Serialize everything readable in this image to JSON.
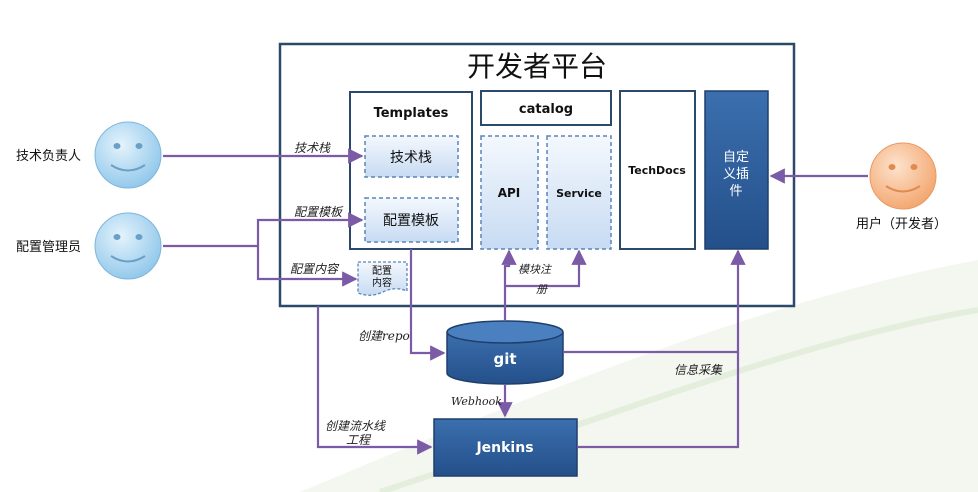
{
  "platform": {
    "title": "开发者平台",
    "templates": {
      "title": "Templates",
      "stack": "技术栈",
      "config_template": "配置模板"
    },
    "catalog": {
      "title": "catalog",
      "api": "API",
      "service": "Service"
    },
    "techdocs": "TechDocs",
    "custom_plugin": [
      "自定",
      "义插",
      "件"
    ],
    "config_content": [
      "配置",
      "内容"
    ]
  },
  "actors": {
    "tech_lead": "技术负责人",
    "config_admin": "配置管理员",
    "user_dev": "用户（开发者）"
  },
  "systems": {
    "git": "git",
    "jenkins": "Jenkins"
  },
  "edge_labels": {
    "tech_stack": "技术栈",
    "config_template": "配置模板",
    "config_content": "配置内容",
    "module_register": [
      "模块注",
      "册"
    ],
    "create_repo": "创建repo",
    "webhook": "Webhook",
    "info_collect": "信息采集",
    "create_pipeline": [
      "创建流水线",
      "工程"
    ]
  },
  "colors": {
    "frame_border": "#2b4a6b",
    "box_dark": "#2e5c96",
    "box_light": "#dce8f8",
    "dashed_border": "#5b84b8",
    "arrow": "#7b5aa6",
    "face_blue": "#a9d4f0",
    "face_orange": "#f7b98f"
  }
}
